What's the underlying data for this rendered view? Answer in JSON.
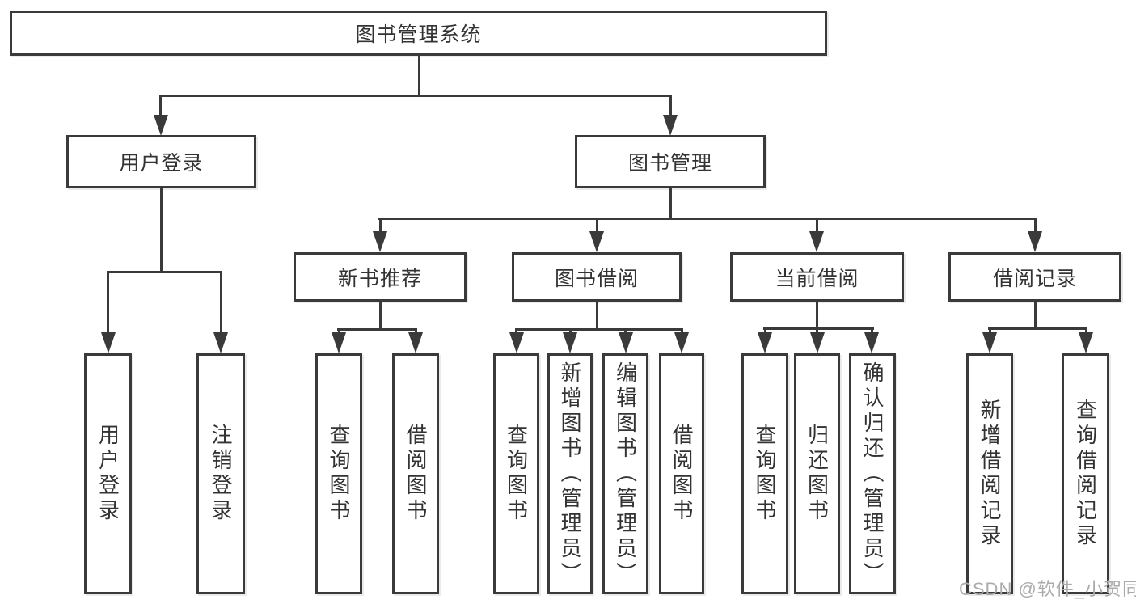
{
  "tree": {
    "root": {
      "label": "图书管理系统"
    },
    "branches": [
      {
        "label": "用户登录",
        "leaves": [
          {
            "label": "用户登录"
          },
          {
            "label": "注销登录"
          }
        ]
      },
      {
        "label": "图书管理",
        "groups": [
          {
            "label": "新书推荐",
            "leaves": [
              {
                "label": "查询图书"
              },
              {
                "label": "借阅图书"
              }
            ]
          },
          {
            "label": "图书借阅",
            "leaves": [
              {
                "label": "查询图书"
              },
              {
                "label": "新增图书（管理员）"
              },
              {
                "label": "编辑图书（管理员）"
              },
              {
                "label": "借阅图书"
              }
            ]
          },
          {
            "label": "当前借阅",
            "leaves": [
              {
                "label": "查询图书"
              },
              {
                "label": "归还图书"
              },
              {
                "label": "确认归还（管理员）"
              }
            ]
          },
          {
            "label": "借阅记录",
            "leaves": [
              {
                "label": "新增借阅记录"
              },
              {
                "label": "查询借阅记录"
              }
            ]
          }
        ]
      }
    ]
  },
  "watermark": {
    "text": "CSDN @软件_小贺同学"
  },
  "colors": {
    "line": "#3a3a3a",
    "text": "#333333",
    "watermark": "#ababab",
    "background": "#ffffff"
  }
}
